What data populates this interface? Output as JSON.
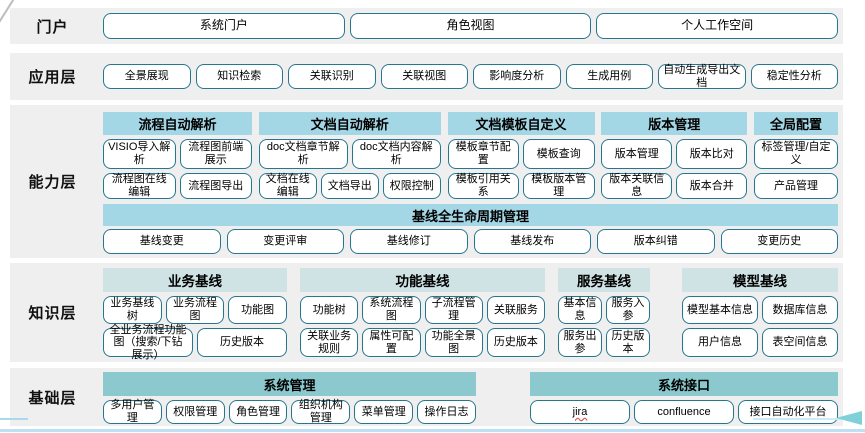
{
  "colors": {
    "band_background": "#efefef",
    "chip_border": "#27768f",
    "capability_header": "#a3d7e6",
    "knowledge_header": "#cfe3e5",
    "foundation_header": "#8bc9ce",
    "arrow": "#7fd0d9",
    "bottom_line": "#bce1f4",
    "jira_underline": "#e05252"
  },
  "portal": {
    "label": "门户",
    "buttons": [
      "系统门户",
      "角色视图",
      "个人工作空间"
    ]
  },
  "application": {
    "label": "应用层",
    "buttons": [
      "全景展现",
      "知识检索",
      "关联识别",
      "关联视图",
      "影响度分析",
      "生成用例",
      "自动生成导出文档",
      "稳定性分析"
    ]
  },
  "capability": {
    "label": "能力层",
    "groups": [
      {
        "title": "流程自动解析",
        "rows": [
          [
            "VISIO导入解析",
            "流程图前端展示"
          ],
          [
            "流程图在线编辑",
            "流程图导出"
          ]
        ]
      },
      {
        "title": "文档自动解析",
        "rows": [
          [
            "doc文档章节解析",
            "doc文档内容解析"
          ],
          [
            "文档在线编辑",
            "文档导出",
            "权限控制"
          ]
        ]
      },
      {
        "title": "文档模板自定义",
        "rows": [
          [
            "模板章节配置",
            "模板查询"
          ],
          [
            "模板引用关系",
            "模板版本管理"
          ]
        ]
      },
      {
        "title": "版本管理",
        "rows": [
          [
            "版本管理",
            "版本比对"
          ],
          [
            "版本关联信息",
            "版本合并"
          ]
        ]
      },
      {
        "title": "全局配置",
        "rows": [
          [
            "标签管理/自定义"
          ],
          [
            "产品管理"
          ]
        ]
      }
    ],
    "baseline": {
      "title": "基线全生命周期管理",
      "buttons": [
        "基线变更",
        "变更评审",
        "基线修订",
        "基线发布",
        "版本纠错",
        "变更历史"
      ]
    }
  },
  "knowledge": {
    "label": "知识层",
    "groups": [
      {
        "title": "业务基线",
        "rows": [
          [
            "业务基线树",
            "业务流程图",
            "功能图"
          ],
          [
            "全业务流程功能图（搜索/下钻展示）",
            "历史版本"
          ]
        ]
      },
      {
        "title": "功能基线",
        "rows": [
          [
            "功能树",
            "系统流程图",
            "子流程管理",
            "关联服务"
          ],
          [
            "关联业务规则",
            "属性可配置",
            "功能全景图",
            "历史版本"
          ]
        ]
      },
      {
        "title": "服务基线",
        "rows": [
          [
            "基本信息",
            "服务入参"
          ],
          [
            "服务出参",
            "历史版本"
          ]
        ]
      },
      {
        "title": "模型基线",
        "rows": [
          [
            "模型基本信息",
            "数据库信息"
          ],
          [
            "用户信息",
            "表空间信息"
          ]
        ]
      }
    ]
  },
  "foundation": {
    "label": "基础层",
    "groups": [
      {
        "title": "系统管理",
        "buttons": [
          "多用户管理",
          "权限管理",
          "角色管理",
          "组织机构管理",
          "菜单管理",
          "操作日志"
        ]
      },
      {
        "title": "系统接口",
        "buttons": [
          "jira",
          "confluence",
          "接口自动化平台"
        ]
      }
    ]
  }
}
